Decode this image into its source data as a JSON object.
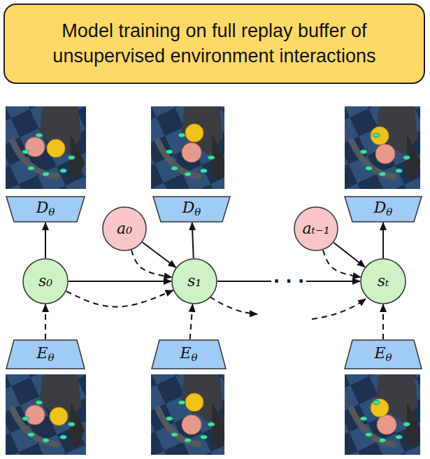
{
  "diagram": {
    "nodes": [
      {
        "text": [
          "Model training on full replay buffer of unsupervised environment interactions"
        ]
      },
      {
        "text": [
          "Dθ"
        ]
      },
      {
        "text": [
          "Dθ"
        ]
      },
      {
        "text": [
          "Dθ"
        ]
      },
      {
        "text": [
          "a₀"
        ]
      },
      {
        "text": [
          "aₜ₋₁"
        ]
      },
      {
        "text": [
          "s₀"
        ]
      },
      {
        "text": [
          "s₁"
        ]
      },
      {
        "text": [
          "sₜ"
        ]
      },
      {
        "text": [
          "Eθ"
        ]
      },
      {
        "text": [
          "Eθ"
        ]
      },
      {
        "text": [
          "Eθ"
        ]
      }
    ],
    "edges": [
      {
        "from": 6,
        "to": 1,
        "arrow": "to"
      },
      {
        "from": 7,
        "to": 2,
        "arrow": "to"
      },
      {
        "from": 8,
        "to": 3,
        "arrow": "to"
      },
      {
        "from": 9,
        "to": 6,
        "arrow": "to"
      },
      {
        "from": 10,
        "to": 7,
        "arrow": "to"
      },
      {
        "from": 11,
        "to": 8,
        "arrow": "to"
      },
      {
        "from": 6,
        "to": 7,
        "arrow": "to"
      },
      {
        "from": 6,
        "to": 7,
        "arrow": "to"
      },
      {
        "from": 4,
        "to": 7,
        "arrow": "to"
      },
      {
        "from": 4,
        "to": 7,
        "arrow": "to"
      },
      {
        "from": 7,
        "to": 8,
        "label": "· · ·",
        "arrow": "to"
      },
      {
        "from": 5,
        "to": 8,
        "arrow": "to"
      },
      {
        "from": 5,
        "to": 8,
        "arrow": "to"
      }
    ]
  }
}
